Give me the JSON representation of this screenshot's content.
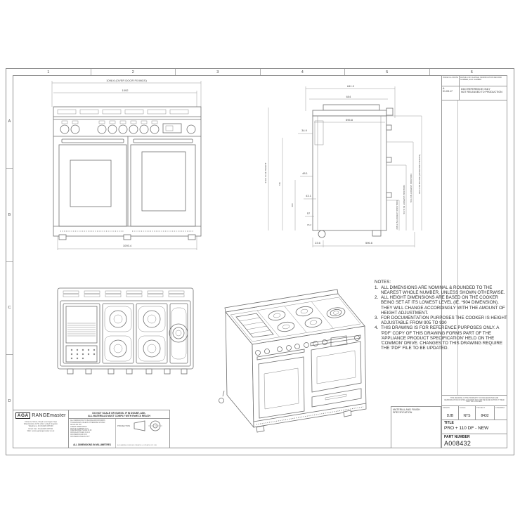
{
  "sheet": {
    "grid_columns": [
      "1",
      "2",
      "3",
      "4",
      "5",
      "6"
    ],
    "grid_rows": [
      "A",
      "B",
      "C",
      "D"
    ]
  },
  "revision": {
    "issue_header": "ISSUE No & DATE",
    "details_header": "DETAILS OF CHANGE, MODIFICATION RECORD NUMBER, ECR NUMBER",
    "row": {
      "issue": "A",
      "date": "01.03.17",
      "detail_line1": "DDO REFERENCE ONLY",
      "detail_line2": "NOT RELEASED TO PRODUCTION"
    }
  },
  "front_view": {
    "dim_overall": "1098.6 (OVER DOOR FIXINGS)",
    "dim_width": "1092",
    "dim_base": "1093.4"
  },
  "side_view": {
    "dim_depth_overall": "641.0",
    "dim_depth_top": "604",
    "dim_depth_body": "595.8",
    "dim_offset_top": "34.9",
    "dim_flue_height": "919.6 FLUE HEIGHT",
    "dim_height_736": "736",
    "dim_48": "48.1",
    "dim_height_400": "400",
    "dim_43": "43.1",
    "dim_57": "57",
    "dim_15": "15.2",
    "dim_foot": "23.6",
    "dim_base_depth": "596.6",
    "dim_pos_1": "238.1 IN LOWEST POSITION",
    "dim_pos_2": "517.8 IN LOWEST POSITION",
    "dim_pos_3": "700.3 IN LOWEST POSITION",
    "dim_hotplate": "904.4 HOTPLATE (WORKTOP HEIGHT)"
  },
  "notes": {
    "heading": "NOTES:",
    "items": [
      {
        "num": "1.",
        "text": "ALL DIMENSIONS ARE NOMINAL & ROUNDED TO THE NEAREST WHOLE NUMBER, UNLESS SHOWN OTHERWISE."
      },
      {
        "num": "2.",
        "text": "ALL HEIGHT DIMENSIONS ARE BASED ON THE COOKER BEING SET AT ITS LOWEST LEVEL (IE. *904 DIMENSION). THEY WILL CHANGE ACCORDINGLY WITH THE AMOUNT OF HEIGHT ADJUSTMENT."
      },
      {
        "num": "3.",
        "text": "FOR DOCUMENTATION PURPOSES THE COOKER IS HEIGHT ADJUSTABLE FROM 905 TO 930"
      },
      {
        "num": "4.",
        "text": "THIS DRAWING IS FOR REFERENCE PURPOSES ONLY. A 'PDF' COPY OF THIS DRAWING FORMS PART OF THE 'APPLIANCE PRODUCT SPECIFICATION' HELD ON THE 'COMMON' DRIVE. CHANGES TO THIS DRAWING REQUIRE THE 'PDF' FILE TO BE UPDATED."
      }
    ]
  },
  "company": {
    "logo_aga": "AGA",
    "logo_range": "RANGEmaster",
    "address_lines": [
      "Clarence Street, Royal Leamington Spa",
      "Warwickshire CV31 2AD, United Kingdom",
      "Telephone: 44 (0)1926 457400",
      "Direct Fax: 44 (0)1926 457611",
      "Web: www.agarangemaster.co.uk"
    ],
    "warning_line1": "DO NOT SCALE OR GUESS. IF IN DOUBT, ASK.",
    "warning_line2": "ALL MATERIALS MUST COMPLY WITH RoHS & REACH",
    "tolerance_lines": [
      "ALL DIMENSIONS TO BE FREE FROM BURRS",
      "TOLERANCES UNLESS OTHERWISE STATED:",
      "ANGULAR ±30'",
      "LINEAR DIMENSIONS",
      "WHOLE NUMBERS ±0.5",
      "ONE DECIMAL PLACE ±0.25",
      "CIRCULAR HOLES ±0.1/-0",
      "CNC BEND RADII ±0.5",
      "CNC BEND ANGLES ±0.5°"
    ],
    "units_note": "ALL DIMENSIONS IN MILLIMETRES",
    "projection_label": "PROJECTION",
    "border_note": "A3 DRAWING BORDER CREATED & UPDATED BY DJB"
  },
  "title_block": {
    "property_note": "THIS DRAWING IS THE PROPERTY OF RANGEMASTER AND REPRODUCTION IN WHOLE OR PART MAY NOT BE MADE WITHOUT THEIR WRITTEN CONSENT",
    "material_spec_label": "MATERIAL AND FINISH SPECIFICATION",
    "drawn_label": "DRAWN",
    "drawn_value": "DJB",
    "scale_label": "SCALE",
    "scale_value": "NTS",
    "project_label": "PROJECT",
    "project_value": "8432",
    "assembly_label": "ASSEMBLY",
    "assembly_value": "",
    "title_label": "TITLE",
    "title_value": "PRO + 110 DF - NEW",
    "part_number_label": "PART NUMBER",
    "part_number_value": "A008432"
  }
}
